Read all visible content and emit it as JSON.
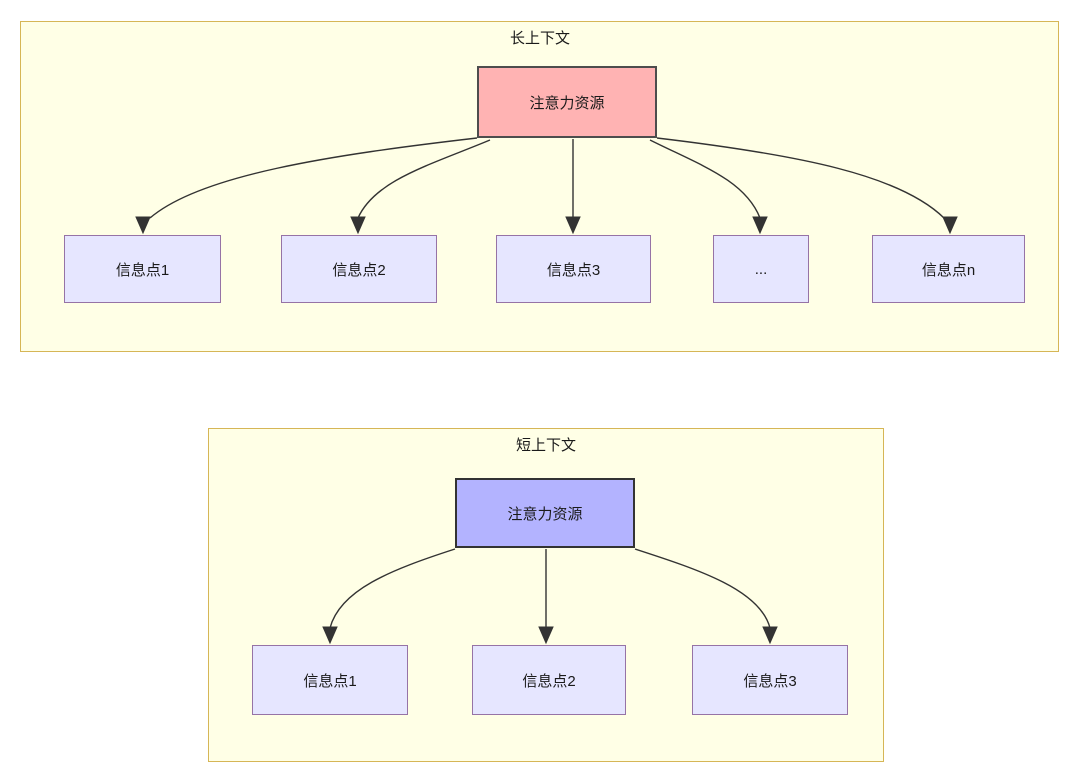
{
  "diagram": {
    "type": "hierarchy-fanout",
    "title_long": "长上下文",
    "title_short": "短上下文",
    "colors": {
      "group_fill": "#ffffe6",
      "group_border": "#d6b656",
      "attention_long_fill": "#ffb3b3",
      "attention_long_border": "#4d4d4d",
      "attention_short_fill": "#b3b3ff",
      "attention_short_border": "#333333",
      "info_fill": "#e6e6ff",
      "info_border": "#9673a6",
      "edge_stroke": "#333333",
      "text": "#1a1a1a"
    }
  },
  "long_context": {
    "title": "长上下文",
    "root": {
      "label": "注意力资源"
    },
    "children": [
      {
        "label": "信息点1"
      },
      {
        "label": "信息点2"
      },
      {
        "label": "信息点3"
      },
      {
        "label": "..."
      },
      {
        "label": "信息点n"
      }
    ]
  },
  "short_context": {
    "title": "短上下文",
    "root": {
      "label": "注意力资源"
    },
    "children": [
      {
        "label": "信息点1"
      },
      {
        "label": "信息点2"
      },
      {
        "label": "信息点3"
      }
    ]
  }
}
